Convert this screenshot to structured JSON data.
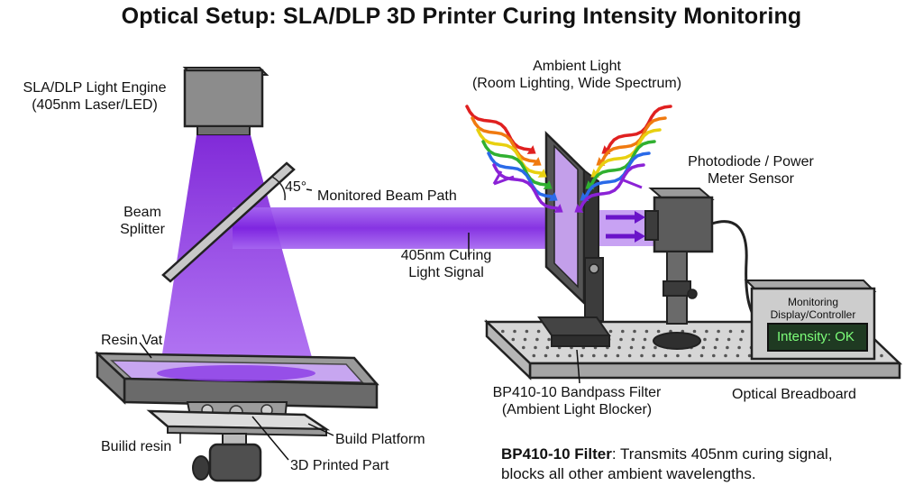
{
  "title": "Optical Setup: SLA/DLP 3D Printer Curing Intensity Monitoring",
  "labels": {
    "light_engine_1": "SLA/DLP Light Engine",
    "light_engine_2": "(405nm Laser/LED)",
    "ambient_1": "Ambient Light",
    "ambient_2": "(Room Lighting, Wide Spectrum)",
    "angle": "45°",
    "beam_path": "Monitored Beam Path",
    "beam_splitter_1": "Beam",
    "beam_splitter_2": "Splitter",
    "curing_signal_1": "405nm Curing",
    "curing_signal_2": "Light Signal",
    "photodiode_1": "Photodiode / Power",
    "photodiode_2": "Meter Sensor",
    "monitor_1": "Monitoring",
    "monitor_2": "Display/Controller",
    "monitor_screen": "Intensity: OK",
    "resin_vat": "Resin Vat",
    "filter_1": "BP410-10 Bandpass Filter",
    "filter_2": "(Ambient Light Blocker)",
    "breadboard": "Optical Breadboard",
    "build_resin": "Builid resin",
    "build_platform": "Build Platform",
    "printed_part": "3D Printed Part"
  },
  "note": {
    "bold": "BP410-10 Filter",
    "line1_rest": ": Transmits 405nm curing signal,",
    "line2": "blocks all other ambient wavelengths."
  },
  "colors": {
    "laser": "#8a2be2",
    "laser_dark": "#6a14c9",
    "housing": "#8c8c8c",
    "breadboard": "#d6d6d6",
    "screen_bg": "#1f3a22",
    "screen_text": "#7dff7a"
  },
  "icons": [
    "ambient-light-wave-icon",
    "arrow-right-icon"
  ]
}
